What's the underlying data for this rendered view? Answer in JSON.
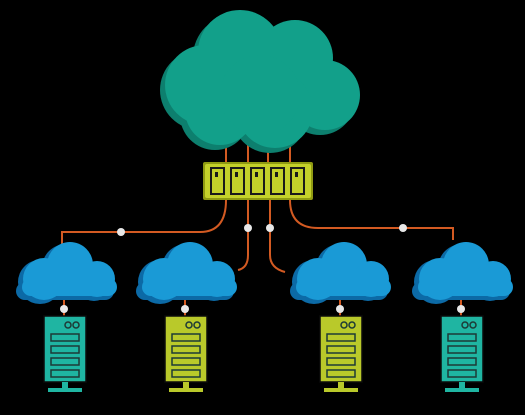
{
  "colors": {
    "background": "#000000",
    "main_cloud": "#12a08a",
    "main_cloud_shade": "#0d7f6e",
    "small_cloud": "#1a9ad6",
    "small_cloud_shade": "#0c6aa6",
    "switch": "#c4d12a",
    "switch_shade": "#8f9a12",
    "wire": "#d35a22",
    "junction": "#e8e8e8",
    "server_teal": "#1fb5a2",
    "server_lime": "#b9c92a",
    "server_slot": "#1d3a36"
  },
  "diagram": {
    "main_cloud": {
      "icon": "cloud-icon"
    },
    "switch": {
      "icon": "network-switch-icon",
      "ports": 5
    },
    "branches": [
      {
        "id": "cloud-1",
        "icon": "cloud-icon",
        "server_color": "server_teal"
      },
      {
        "id": "cloud-2",
        "icon": "cloud-icon",
        "server_color": "server_lime"
      },
      {
        "id": "cloud-3",
        "icon": "cloud-icon",
        "server_color": "server_lime"
      },
      {
        "id": "cloud-4",
        "icon": "cloud-icon",
        "server_color": "server_teal"
      }
    ],
    "server": {
      "icon": "server-rack-icon",
      "drive_bays": 4
    }
  }
}
